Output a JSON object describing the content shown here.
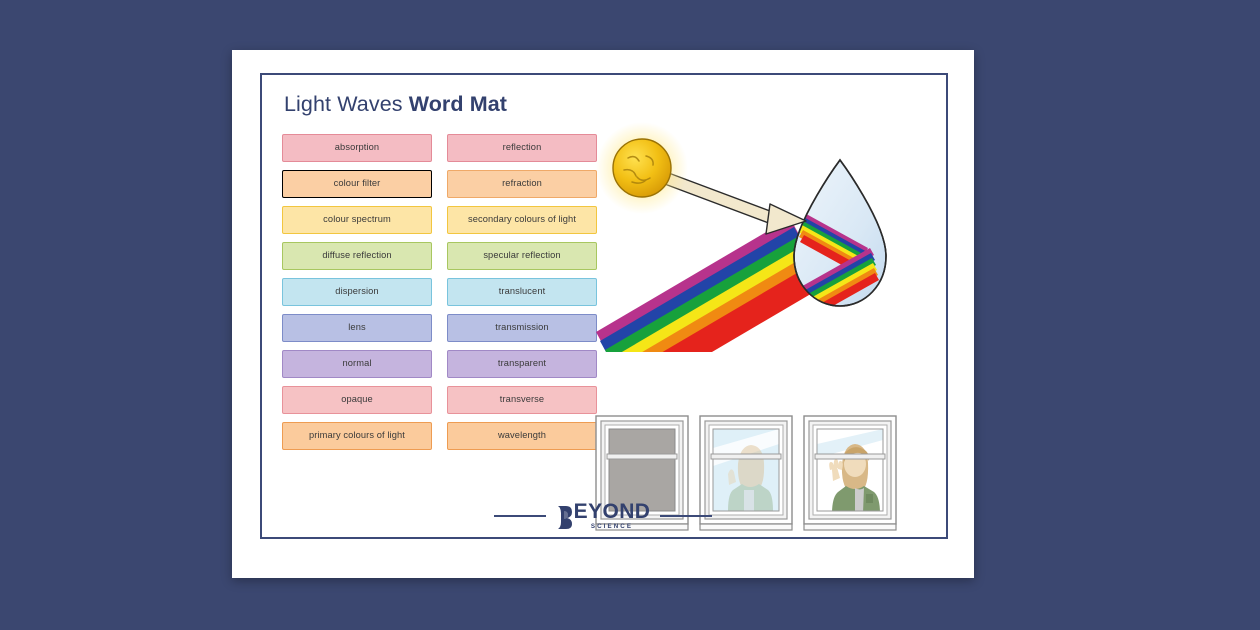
{
  "background_color": "#3b4770",
  "page": {
    "background": "#ffffff",
    "border_color": "#3c4a78"
  },
  "title": {
    "light_part": "Light Waves",
    "bold_part": "Word Mat",
    "color": "#33416e"
  },
  "word_mat": {
    "rows": [
      {
        "left": {
          "label": "absorption",
          "fill": "#f4bcc3",
          "border": "#e48b98"
        },
        "right": {
          "label": "reflection",
          "fill": "#f4bcc3",
          "border": "#e48b98"
        }
      },
      {
        "left": {
          "label": "colour filter",
          "fill": "#fbcfa4",
          "border": "#f0a košt"
        },
        "right": {
          "label": "refraction",
          "fill": "#fbcfa4",
          "border": "#efa968"
        }
      },
      {
        "left": {
          "label": "colour spectrum",
          "fill": "#fde5a6",
          "border": "#f2c63f"
        },
        "right": {
          "label": "secondary colours of light",
          "fill": "#fde5a6",
          "border": "#f2c63f"
        }
      },
      {
        "left": {
          "label": "diffuse reflection",
          "fill": "#d9e7b0",
          "border": "#a8c760"
        },
        "right": {
          "label": "specular reflection",
          "fill": "#d9e7b0",
          "border": "#a8c760"
        }
      },
      {
        "left": {
          "label": "dispersion",
          "fill": "#c3e5f0",
          "border": "#79c4dd"
        },
        "right": {
          "label": "translucent",
          "fill": "#c3e5f0",
          "border": "#79c4dd"
        }
      },
      {
        "left": {
          "label": "lens",
          "fill": "#b8c0e4",
          "border": "#7d8cc8"
        },
        "right": {
          "label": "transmission",
          "fill": "#b8c0e4",
          "border": "#7d8cc8"
        }
      },
      {
        "left": {
          "label": "normal",
          "fill": "#c5b4de",
          "border": "#a189c6"
        },
        "right": {
          "label": "transparent",
          "fill": "#c5b4de",
          "border": "#a189c6"
        }
      },
      {
        "left": {
          "label": "opaque",
          "fill": "#f6c2c4",
          "border": "#e8929a"
        },
        "right": {
          "label": "transverse",
          "fill": "#f6c2c4",
          "border": "#e8929a"
        }
      },
      {
        "left": {
          "label": "primary colours of light",
          "fill": "#fbcb9c",
          "border": "#ee9c52"
        },
        "right": {
          "label": "wavelength",
          "fill": "#fbcb9c",
          "border": "#ee9c52"
        }
      }
    ]
  },
  "illustration": {
    "dispersion_diagram": {
      "name": "sun-raindrop-dispersion",
      "sun_color": "#f0c017",
      "sun_glow": "#fff3b0",
      "arrow_color": "#f2e8cd",
      "droplet_color": "#dfeaf6",
      "rainbow_bands": [
        "#b7338c",
        "#2244a8",
        "#17a13c",
        "#f5e617",
        "#f08a12",
        "#e5231c"
      ]
    },
    "windows": [
      {
        "name": "opaque-window",
        "glass": "#a9a6a3"
      },
      {
        "name": "translucent-window",
        "glass": "#cfe3ef"
      },
      {
        "name": "transparent-window",
        "glass": "#ffffff"
      }
    ]
  },
  "footer": {
    "logo_main": "EYOND",
    "logo_sub": "SCIENCE",
    "logo_color": "#33416e"
  }
}
